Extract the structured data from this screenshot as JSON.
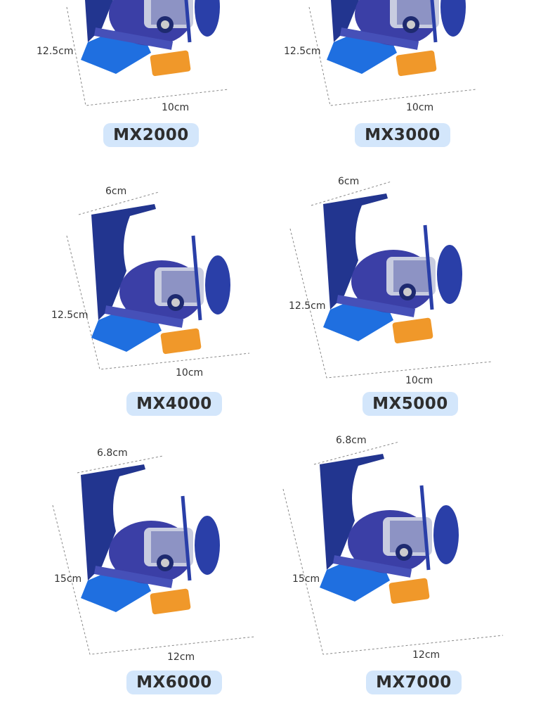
{
  "models": [
    {
      "name": "MX2000",
      "top": "",
      "height": "12.5cm",
      "width": "10cm"
    },
    {
      "name": "MX3000",
      "top": "",
      "height": "12.5cm",
      "width": "10cm"
    },
    {
      "name": "MX4000",
      "top": "6cm",
      "height": "12.5cm",
      "width": "10cm"
    },
    {
      "name": "MX5000",
      "top": "6cm",
      "height": "12.5cm",
      "width": "10cm"
    },
    {
      "name": "MX6000",
      "top": "6.8cm",
      "height": "15cm",
      "width": "12cm"
    },
    {
      "name": "MX7000",
      "top": "6.8cm",
      "height": "15cm",
      "width": "12cm"
    }
  ],
  "colors": {
    "pill": "#d3e6fb",
    "reel_blue": "#2a3fa8",
    "reel_bright": "#1f6fe0",
    "knob": "#f0982a"
  }
}
